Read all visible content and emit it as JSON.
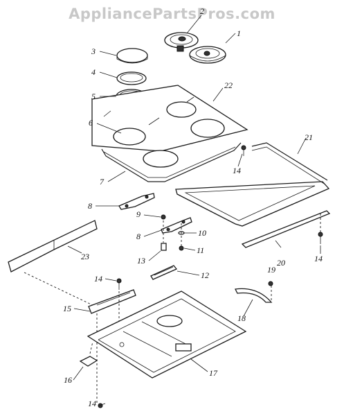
{
  "watermark": "AppliancePartsPros.com",
  "callouts": {
    "c1": "1",
    "c2": "2",
    "c3": "3",
    "c4": "4",
    "c5": "5",
    "c6": "6",
    "c7": "7",
    "c8a": "8",
    "c8b": "8",
    "c9": "9",
    "c10": "10",
    "c11": "11",
    "c12": "12",
    "c13": "13",
    "c14a": "14",
    "c14b": "14",
    "c14c": "14",
    "c14d": "14",
    "c15": "15",
    "c16": "16",
    "c17": "17",
    "c18": "18",
    "c19": "19",
    "c20": "20",
    "c21": "21",
    "c22": "22",
    "c23": "23"
  }
}
